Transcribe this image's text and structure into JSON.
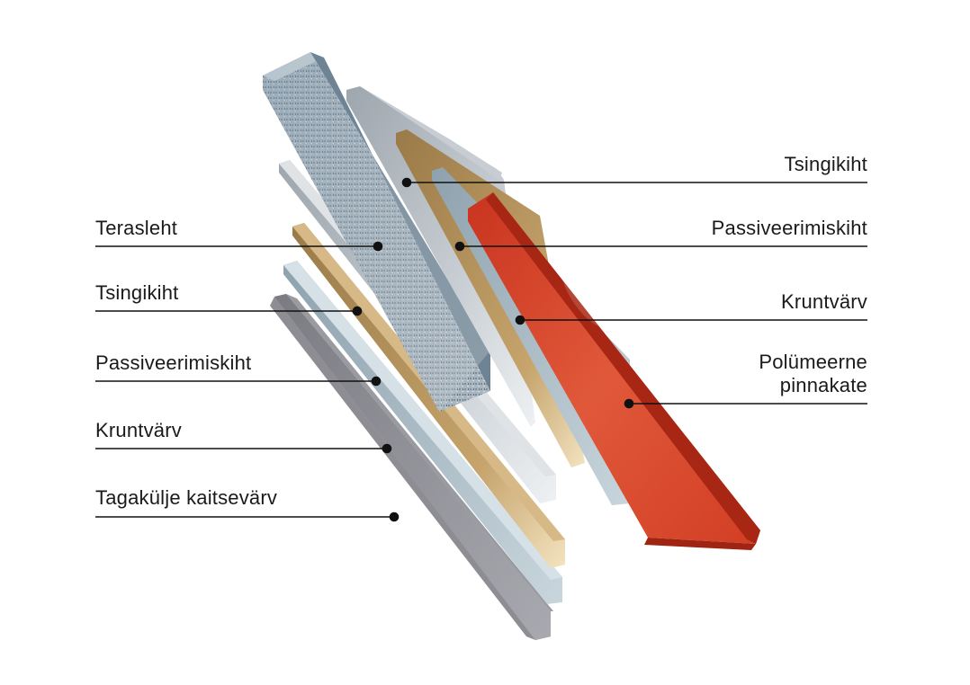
{
  "labels_left": [
    {
      "id": "terasleht",
      "text": "Terasleht"
    },
    {
      "id": "tsingikiht-left",
      "text": "Tsingikiht"
    },
    {
      "id": "passiveerimiskiht-left",
      "text": "Passiveerimiskiht"
    },
    {
      "id": "kruntvarv-left",
      "text": "Kruntvärv"
    },
    {
      "id": "tagakulje-kaitsevarv",
      "text": "Tagakülje kaitsevärv"
    }
  ],
  "labels_right": [
    {
      "id": "tsingikiht-right",
      "text": "Tsingikiht"
    },
    {
      "id": "passiveerimiskiht-right",
      "text": "Passiveerimiskiht"
    },
    {
      "id": "kruntvarv-right",
      "text": "Kruntvärv"
    },
    {
      "id": "polumeerne-line1",
      "text": "Polümeerne"
    },
    {
      "id": "polumeerne-line2",
      "text": "pinnakate"
    }
  ],
  "colors": {
    "steel": "#8aa0ae",
    "zinc": "#b9c0c7",
    "passivation": "#b8925a",
    "primer": "#a9b9c2",
    "back_coat": "#8d8d93",
    "polymer": "#d94a2f",
    "line": "#111111"
  }
}
